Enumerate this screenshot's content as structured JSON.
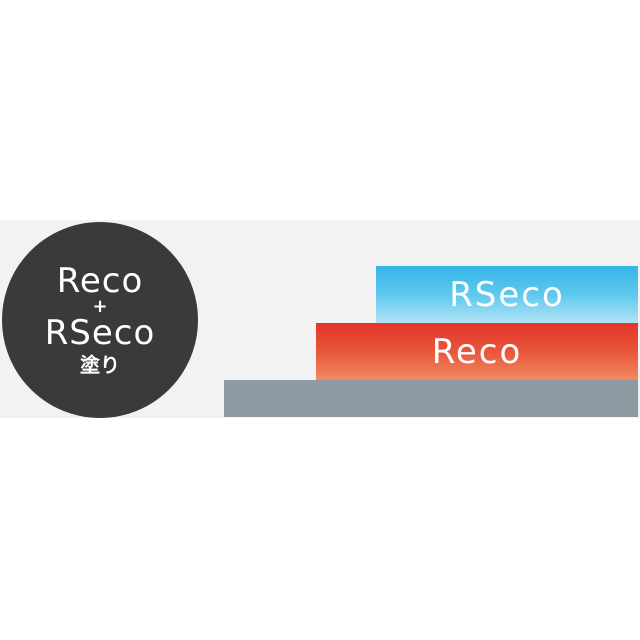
{
  "badge": {
    "line1": "Reco",
    "line2": "+",
    "line3": "RSeco",
    "line4": "塗り"
  },
  "layers": {
    "top_label": "RSeco",
    "middle_label": "Reco"
  },
  "colors": {
    "badge_bg": "#3a3a3a",
    "top_layer": "#35b5e6",
    "middle_layer": "#e4342a",
    "base_layer": "#8e9aa1",
    "band_bg": "#f2f2f2"
  }
}
